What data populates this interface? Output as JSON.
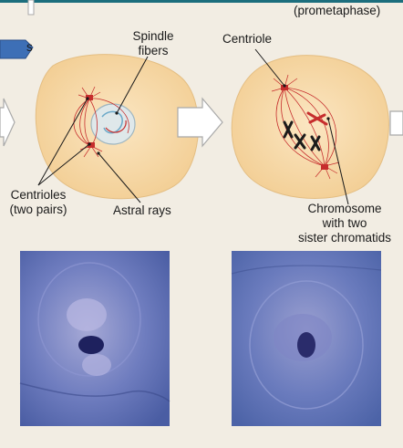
{
  "header": {
    "stage_label": "(prometaphase)",
    "clipped_text": "s"
  },
  "labels": {
    "spindle_fibers": [
      "Spindle",
      "fibers"
    ],
    "centriole": "Centriole",
    "centrioles": [
      "Centrioles",
      "(two pairs)"
    ],
    "astral_rays": "Astral rays",
    "chromosome": [
      "Chromosome",
      "with two",
      "sister chromatids"
    ]
  },
  "colors": {
    "background": "#f2ede3",
    "cell_fill": "#f6d9a6",
    "top_bar": "#1c6e7d",
    "arrow_fill": "#ffffff",
    "arrow_stroke": "#a9a9a9",
    "tag_fill": "#3d6fb6",
    "fiber_red": "#c62d2d",
    "chromosome_black": "#1b1b1b",
    "micrograph_blue": "#5566a6"
  }
}
